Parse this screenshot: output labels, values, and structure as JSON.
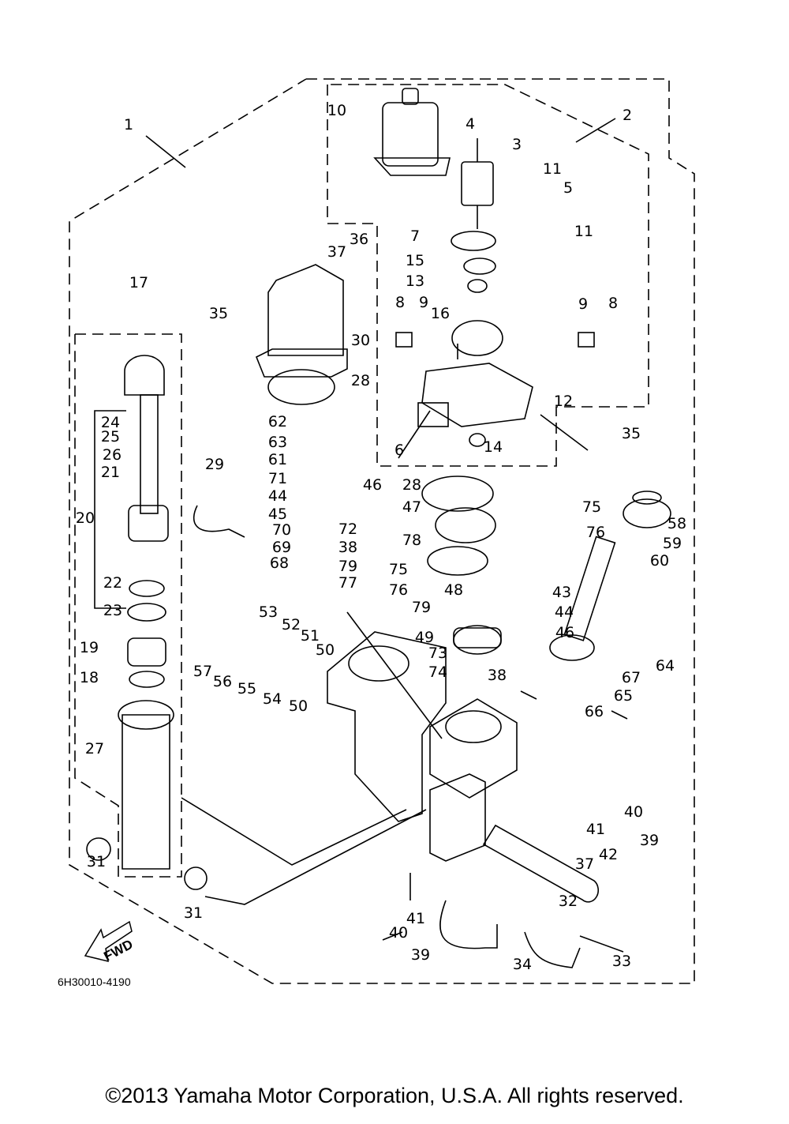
{
  "diagram": {
    "part_code": "6H30010-4190",
    "fwd_label": "FWD",
    "copyright": "©2013 Yamaha Motor Corporation, U.S.A. All rights reserved.",
    "callouts": [
      "1",
      "2",
      "10",
      "4",
      "3",
      "11",
      "5",
      "7",
      "11",
      "37",
      "36",
      "15",
      "13",
      "17",
      "35",
      "8",
      "9",
      "16",
      "9",
      "8",
      "30",
      "28",
      "24",
      "25",
      "12",
      "26",
      "21",
      "62",
      "63",
      "35",
      "6",
      "14",
      "61",
      "46",
      "29",
      "71",
      "28",
      "20",
      "44",
      "47",
      "75",
      "58",
      "45",
      "70",
      "72",
      "38",
      "69",
      "59",
      "76",
      "78",
      "60",
      "68",
      "79",
      "22",
      "77",
      "75",
      "76",
      "48",
      "79",
      "43",
      "44",
      "23",
      "53",
      "52",
      "51",
      "46",
      "49",
      "50",
      "19",
      "73",
      "64",
      "57",
      "74",
      "38",
      "67",
      "56",
      "55",
      "54",
      "50",
      "18",
      "65",
      "66",
      "27",
      "40",
      "41",
      "39",
      "42",
      "37",
      "31",
      "32",
      "31",
      "41",
      "40",
      "39",
      "34",
      "33"
    ]
  }
}
